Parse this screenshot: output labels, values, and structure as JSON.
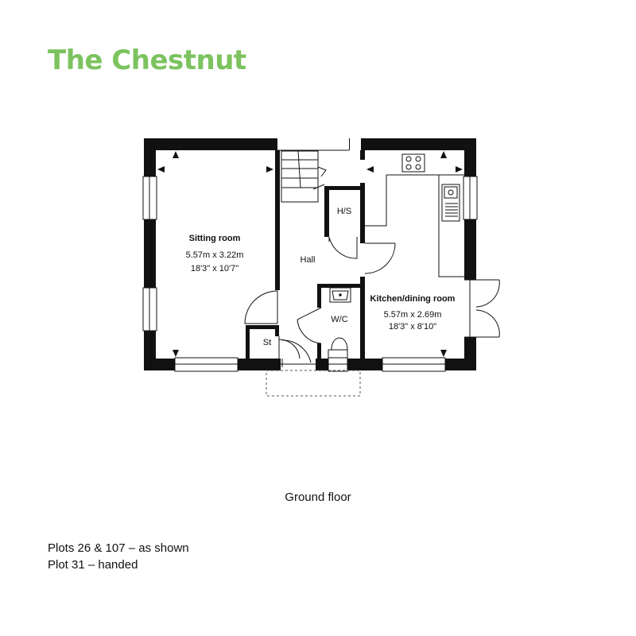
{
  "title": "The Chestnut",
  "brand_color": "#7cc35f",
  "floor_label": "Ground floor",
  "rooms": {
    "sitting": {
      "name": "Sitting room",
      "metric": "5.57m x 3.22m",
      "imperial": "18'3\" x 10'7\""
    },
    "kitchen": {
      "name": "Kitchen/dining room",
      "metric": "5.57m x 2.69m",
      "imperial": "18'3\" x 8'10\""
    },
    "hall": {
      "name": "Hall"
    },
    "wc": {
      "name": "W/C"
    },
    "hs": {
      "name": "H/S"
    },
    "store": {
      "name": "St"
    }
  },
  "notes": [
    "Plots 26 & 107 – as shown",
    "Plot 31 – handed"
  ]
}
